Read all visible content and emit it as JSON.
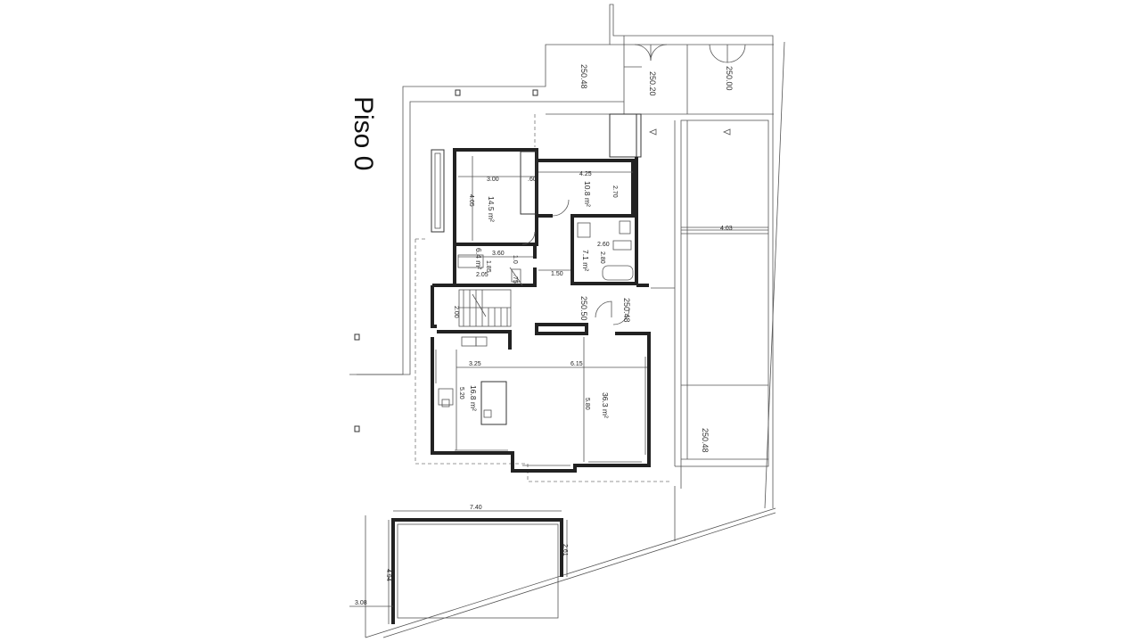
{
  "title": "Piso 0",
  "levels": {
    "l1": "250.48",
    "l2": "250.20",
    "l3": "250.00",
    "l4": "250.50",
    "l5": "250.48",
    "l6": "250.48"
  },
  "rooms": {
    "bedroom1": {
      "area": "14.5 m²",
      "width": "3.00",
      "depth": "4.05",
      "closet": ".60"
    },
    "bedroom2": {
      "area": "10.8 m²",
      "width": "4.25",
      "depth": "2.70"
    },
    "wc_small": {
      "area": "6.4 m²",
      "width": "3.60",
      "d1": "1.85",
      "d2": "2.05",
      "d3": "1.0",
      "d4": ".75"
    },
    "bath": {
      "area": "7.1 m²",
      "d1": "2.60",
      "d2": "2.80"
    },
    "hall": {
      "dim1": "1.50",
      "dim2": "2.00"
    },
    "kitchen": {
      "area": "16.8 m²",
      "width": "3.25",
      "depth": "5.20"
    },
    "living": {
      "area": "36.3 m²",
      "width": "6.15",
      "depth": "5.80"
    },
    "garage": {
      "width": "7.40",
      "depth": "4.94",
      "d2": "2.61",
      "offset": "3.08"
    },
    "terrace": {
      "width": "4.03"
    }
  }
}
